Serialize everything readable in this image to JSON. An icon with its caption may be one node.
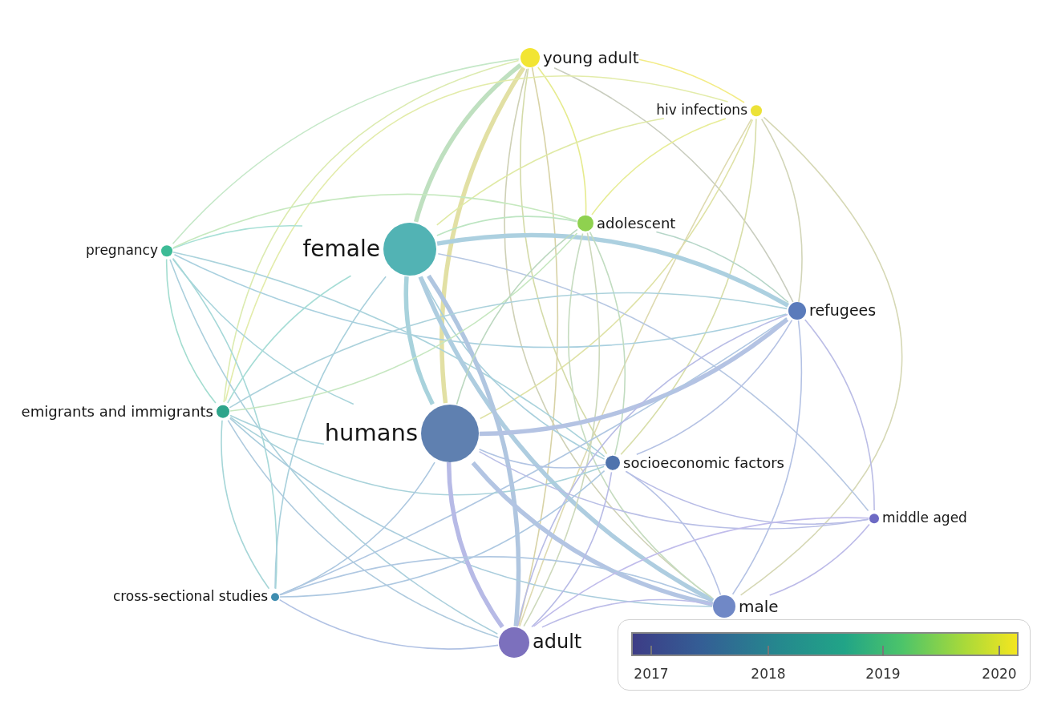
{
  "diagram": {
    "nodes": [
      {
        "text": [
          "young adult"
        ]
      },
      {
        "text": [
          "hiv infections"
        ]
      },
      {
        "text": [
          "pregnancy"
        ]
      },
      {
        "text": [
          "female"
        ]
      },
      {
        "text": [
          "adolescent"
        ]
      },
      {
        "text": [
          "refugees"
        ]
      },
      {
        "text": [
          "emigrants and immigrants"
        ]
      },
      {
        "text": [
          "humans"
        ]
      },
      {
        "text": [
          "socioeconomic factors"
        ]
      },
      {
        "text": [
          "middle aged"
        ]
      },
      {
        "text": [
          "cross-sectional studies"
        ]
      },
      {
        "text": [
          "male"
        ]
      },
      {
        "text": [
          "adult"
        ]
      }
    ],
    "edges": [
      {
        "from": 0,
        "to": 1,
        "arrow": "none",
        "color": "#f3ec86"
      },
      {
        "from": 0,
        "to": 2,
        "arrow": "none",
        "color": "#c5e8c8"
      },
      {
        "from": 0,
        "to": 3,
        "arrow": "none",
        "style": "thick",
        "color": "#bfe0c0"
      },
      {
        "from": 0,
        "to": 4,
        "arrow": "none",
        "color": "#e6eb8e"
      },
      {
        "from": 0,
        "to": 5,
        "arrow": "none",
        "color": "#c9cdbf"
      },
      {
        "from": 0,
        "to": 6,
        "arrow": "none",
        "color": "#dcebb0"
      },
      {
        "from": 0,
        "to": 7,
        "arrow": "none",
        "style": "thick",
        "color": "#e2e0a4"
      },
      {
        "from": 0,
        "to": 8,
        "arrow": "none",
        "color": "#d4dba9"
      },
      {
        "from": 0,
        "to": 11,
        "arrow": "none",
        "color": "#cfd1b6"
      },
      {
        "from": 0,
        "to": 12,
        "arrow": "none",
        "color": "#d8d3a6"
      },
      {
        "from": 1,
        "to": 3,
        "arrow": "none",
        "color": "#e0eaa6"
      },
      {
        "from": 1,
        "to": 4,
        "arrow": "none",
        "color": "#e8ed98"
      },
      {
        "from": 1,
        "to": 5,
        "arrow": "none",
        "color": "#d2d5b8"
      },
      {
        "from": 1,
        "to": 6,
        "arrow": "none",
        "color": "#e3ecaa"
      },
      {
        "from": 1,
        "to": 7,
        "arrow": "none",
        "color": "#dfe2a6"
      },
      {
        "from": 1,
        "to": 8,
        "arrow": "none",
        "color": "#d8dea9"
      },
      {
        "from": 1,
        "to": 11,
        "arrow": "none",
        "color": "#d6d8b5"
      },
      {
        "from": 1,
        "to": 12,
        "arrow": "none",
        "color": "#dedab0"
      },
      {
        "from": 2,
        "to": 3,
        "arrow": "none",
        "color": "#a8e0d6"
      },
      {
        "from": 2,
        "to": 4,
        "arrow": "none",
        "color": "#c6e9bf"
      },
      {
        "from": 2,
        "to": 5,
        "arrow": "none",
        "color": "#a9d0df"
      },
      {
        "from": 2,
        "to": 6,
        "arrow": "none",
        "color": "#a3ddd0"
      },
      {
        "from": 2,
        "to": 7,
        "arrow": "none",
        "color": "#a8d4db"
      },
      {
        "from": 2,
        "to": 8,
        "arrow": "none",
        "color": "#aad3dc"
      },
      {
        "from": 2,
        "to": 10,
        "arrow": "none",
        "color": "#a6d8d8"
      },
      {
        "from": 2,
        "to": 12,
        "arrow": "none",
        "color": "#aacfdc"
      },
      {
        "from": 3,
        "to": 4,
        "arrow": "none",
        "color": "#bde5c2"
      },
      {
        "from": 3,
        "to": 5,
        "arrow": "none",
        "style": "thick",
        "color": "#acd0e0"
      },
      {
        "from": 3,
        "to": 6,
        "arrow": "none",
        "color": "#a6ddd6"
      },
      {
        "from": 3,
        "to": 7,
        "arrow": "none",
        "style": "thick",
        "color": "#a8d2dc"
      },
      {
        "from": 3,
        "to": 8,
        "arrow": "none",
        "color": "#a9d0dd"
      },
      {
        "from": 3,
        "to": 9,
        "arrow": "none",
        "color": "#b6c7e2"
      },
      {
        "from": 3,
        "to": 10,
        "arrow": "none",
        "color": "#a8d0dc"
      },
      {
        "from": 3,
        "to": 11,
        "arrow": "none",
        "style": "thick",
        "color": "#aecde0"
      },
      {
        "from": 3,
        "to": 12,
        "arrow": "none",
        "style": "thick",
        "color": "#b0c6e0"
      },
      {
        "from": 4,
        "to": 5,
        "arrow": "none",
        "color": "#b6d6c8"
      },
      {
        "from": 4,
        "to": 6,
        "arrow": "none",
        "color": "#c6e7c0"
      },
      {
        "from": 4,
        "to": 7,
        "arrow": "none",
        "color": "#bcd8c0"
      },
      {
        "from": 4,
        "to": 8,
        "arrow": "none",
        "color": "#c1dcc0"
      },
      {
        "from": 4,
        "to": 11,
        "arrow": "none",
        "color": "#c6dcc0"
      },
      {
        "from": 4,
        "to": 12,
        "arrow": "none",
        "color": "#cdd9bb"
      },
      {
        "from": 5,
        "to": 6,
        "arrow": "none",
        "color": "#acd2dc"
      },
      {
        "from": 5,
        "to": 7,
        "arrow": "none",
        "style": "thick",
        "color": "#b4c3e3"
      },
      {
        "from": 5,
        "to": 8,
        "arrow": "none",
        "color": "#b5c2e4"
      },
      {
        "from": 5,
        "to": 9,
        "arrow": "none",
        "color": "#bbbde6"
      },
      {
        "from": 5,
        "to": 10,
        "arrow": "none",
        "color": "#b0c7e2"
      },
      {
        "from": 5,
        "to": 11,
        "arrow": "none",
        "color": "#b4c2e4"
      },
      {
        "from": 5,
        "to": 12,
        "arrow": "none",
        "color": "#b9bde6"
      },
      {
        "from": 6,
        "to": 7,
        "arrow": "none",
        "color": "#a9d3db"
      },
      {
        "from": 6,
        "to": 8,
        "arrow": "none",
        "color": "#a8d2da"
      },
      {
        "from": 6,
        "to": 10,
        "arrow": "none",
        "color": "#a6d6d8"
      },
      {
        "from": 6,
        "to": 11,
        "arrow": "none",
        "color": "#aacddd"
      },
      {
        "from": 6,
        "to": 12,
        "arrow": "none",
        "color": "#aecade"
      },
      {
        "from": 7,
        "to": 8,
        "arrow": "none",
        "color": "#b1c4e3"
      },
      {
        "from": 7,
        "to": 9,
        "arrow": "none",
        "color": "#b9bfe6"
      },
      {
        "from": 7,
        "to": 10,
        "arrow": "none",
        "color": "#adc8e0"
      },
      {
        "from": 7,
        "to": 11,
        "arrow": "none",
        "style": "thick",
        "color": "#b3c5e3"
      },
      {
        "from": 7,
        "to": 12,
        "arrow": "none",
        "style": "thick",
        "color": "#b7bae6"
      },
      {
        "from": 8,
        "to": 9,
        "arrow": "none",
        "color": "#b8bce6"
      },
      {
        "from": 8,
        "to": 10,
        "arrow": "none",
        "color": "#adc8e1"
      },
      {
        "from": 8,
        "to": 11,
        "arrow": "none",
        "color": "#b5c1e5"
      },
      {
        "from": 8,
        "to": 12,
        "arrow": "none",
        "color": "#b8bbe6"
      },
      {
        "from": 9,
        "to": 11,
        "arrow": "none",
        "color": "#bcbae8"
      },
      {
        "from": 9,
        "to": 12,
        "arrow": "none",
        "color": "#c0bceb"
      },
      {
        "from": 10,
        "to": 11,
        "arrow": "none",
        "color": "#b0c8e2"
      },
      {
        "from": 10,
        "to": 12,
        "arrow": "none",
        "color": "#b1c2e4"
      },
      {
        "from": 11,
        "to": 12,
        "arrow": "none",
        "color": "#bcbce8"
      }
    ],
    "labels": [
      "2017",
      "2018",
      "2019",
      "2020"
    ]
  }
}
